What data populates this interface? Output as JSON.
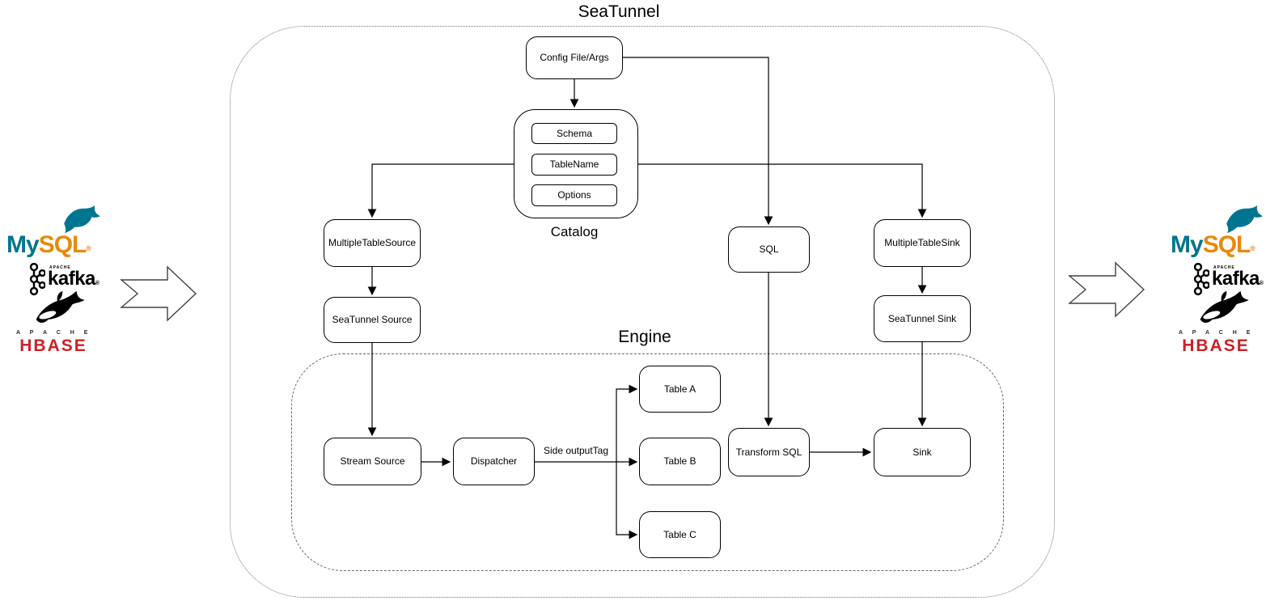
{
  "diagram": {
    "title": "SeaTunnel",
    "engine_label": "Engine",
    "catalog_label": "Catalog",
    "side_output_label": "Side outputTag"
  },
  "nodes": {
    "config": "Config File/Args",
    "schema": "Schema",
    "table_name": "TableName",
    "options": "Options",
    "multiple_table_source": "MultipleTableSource",
    "seatunnel_source": "SeaTunnel Source",
    "sql": "SQL",
    "multiple_table_sink": "MultipleTableSink",
    "seatunnel_sink": "SeaTunnel Sink",
    "stream_source": "Stream Source",
    "dispatcher": "Dispatcher",
    "table_a": "Table A",
    "table_b": "Table B",
    "table_c": "Table C",
    "transform_sql": "Transform SQL",
    "sink": "Sink"
  },
  "logos": {
    "mysql": {
      "part1": "My",
      "part2": "SQL",
      "reg": "®"
    },
    "kafka": {
      "apache": "APACHE",
      "name": "kafka",
      "reg": "®"
    },
    "hbase": {
      "apache": "A P A C H E",
      "name": "HBASE"
    }
  },
  "icons": {
    "flow_arrow": "block-arrow-right",
    "mysql_icon": "mysql-dolphin-icon",
    "kafka_icon": "kafka-circles-icon",
    "hbase_icon": "hbase-orca-icon"
  },
  "colors": {
    "mysql_blue": "#00758f",
    "mysql_orange": "#e8890c",
    "hbase_red": "#cc2127",
    "kafka_black": "#000000",
    "stroke_black": "#000000",
    "border_gray": "#666666",
    "dot_gray": "#777777"
  }
}
